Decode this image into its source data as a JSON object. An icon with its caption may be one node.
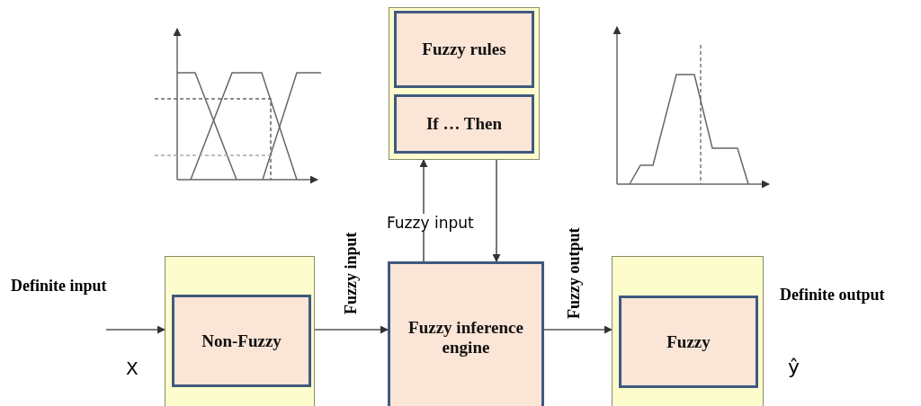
{
  "diagram": {
    "nodes": [
      {
        "text": [],
        "shape": "box"
      },
      {
        "text": [
          "Fuzzy rules"
        ],
        "in": 0
      },
      {
        "text": [
          "If … Then"
        ],
        "in": 0
      },
      {
        "text": [],
        "shape": "box"
      },
      {
        "text": [
          "Non-Fuzzy"
        ],
        "in": 3
      },
      {
        "text": [
          "Fuzzy inference engine"
        ]
      },
      {
        "text": [],
        "shape": "box"
      },
      {
        "text": [
          "Fuzzy"
        ],
        "in": 6
      }
    ],
    "edges": [
      {
        "from": null,
        "to": 3,
        "arrow": "to"
      },
      {
        "from": 3,
        "to": 5,
        "arrow": "to",
        "label": "Fuzzy input"
      },
      {
        "from": 5,
        "to": 0,
        "arrow": "to"
      },
      {
        "from": 0,
        "to": 5,
        "arrow": "to"
      },
      {
        "from": 5,
        "to": 6,
        "arrow": "to",
        "label": "Fuzzy output"
      }
    ],
    "labels": [
      "Fuzzy input",
      "Definite input",
      "X",
      "Definite output",
      "ŷ"
    ]
  }
}
